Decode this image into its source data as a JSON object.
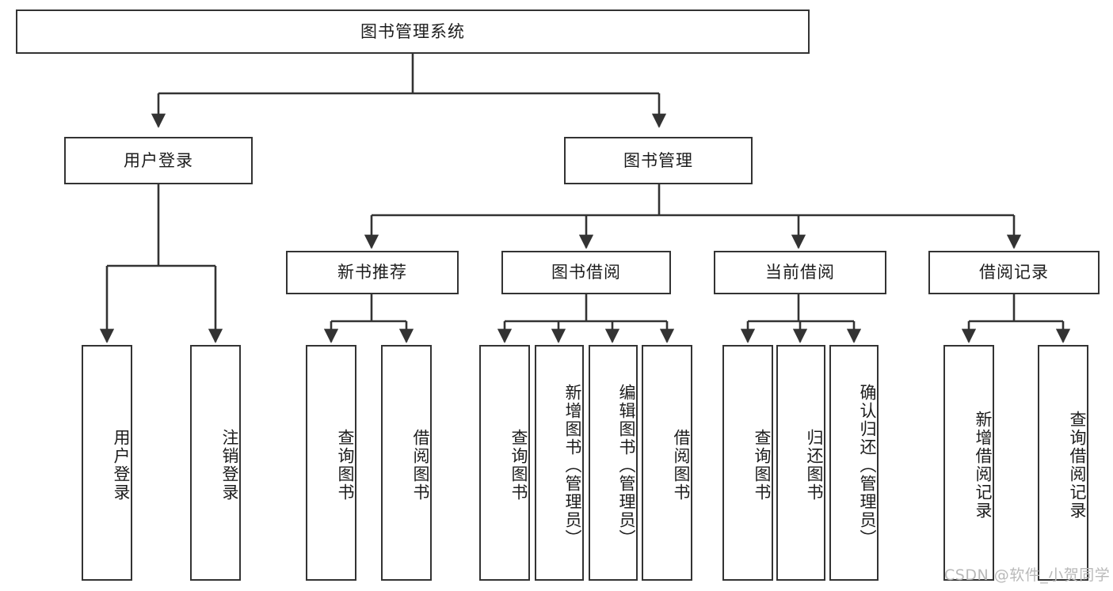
{
  "diagram": {
    "type": "tree-hierarchy",
    "title": "图书管理系统",
    "watermark": "CSDN @软件_小贺同学",
    "colors": {
      "box_border": "#333333",
      "box_fill": "#ffffff",
      "connector": "#333333",
      "text": "#1c1c1c",
      "watermark": "#b9b9b9"
    },
    "levels": {
      "root": {
        "label": "图书管理系统"
      },
      "level2": [
        {
          "id": "user-login",
          "label": "用户登录"
        },
        {
          "id": "book-manage",
          "label": "图书管理"
        }
      ],
      "level3": [
        {
          "id": "new-book-recommend",
          "label": "新书推荐",
          "parent": "book-manage"
        },
        {
          "id": "book-borrow",
          "label": "图书借阅",
          "parent": "book-manage"
        },
        {
          "id": "current-borrow",
          "label": "当前借阅",
          "parent": "book-manage"
        },
        {
          "id": "borrow-record",
          "label": "借阅记录",
          "parent": "book-manage"
        }
      ],
      "leaves": [
        {
          "id": "leaf-user-login",
          "label": "用户登录",
          "parent": "user-login"
        },
        {
          "id": "leaf-logout",
          "label": "注销登录",
          "parent": "user-login"
        },
        {
          "id": "leaf-query-book-1",
          "label": "查询图书",
          "parent": "new-book-recommend"
        },
        {
          "id": "leaf-borrow-book-1",
          "label": "借阅图书",
          "parent": "new-book-recommend"
        },
        {
          "id": "leaf-query-book-2",
          "label": "查询图书",
          "parent": "book-borrow"
        },
        {
          "id": "leaf-add-book",
          "label": "新增图书（管理员）",
          "parent": "book-borrow"
        },
        {
          "id": "leaf-edit-book",
          "label": "编辑图书（管理员）",
          "parent": "book-borrow"
        },
        {
          "id": "leaf-borrow-book-2",
          "label": "借阅图书",
          "parent": "book-borrow"
        },
        {
          "id": "leaf-query-book-3",
          "label": "查询图书",
          "parent": "current-borrow"
        },
        {
          "id": "leaf-return-book",
          "label": "归还图书",
          "parent": "current-borrow"
        },
        {
          "id": "leaf-confirm-return",
          "label": "确认归还（管理员）",
          "parent": "current-borrow"
        },
        {
          "id": "leaf-add-record",
          "label": "新增借阅记录",
          "parent": "borrow-record"
        },
        {
          "id": "leaf-query-record",
          "label": "查询借阅记录",
          "parent": "borrow-record"
        }
      ]
    }
  }
}
